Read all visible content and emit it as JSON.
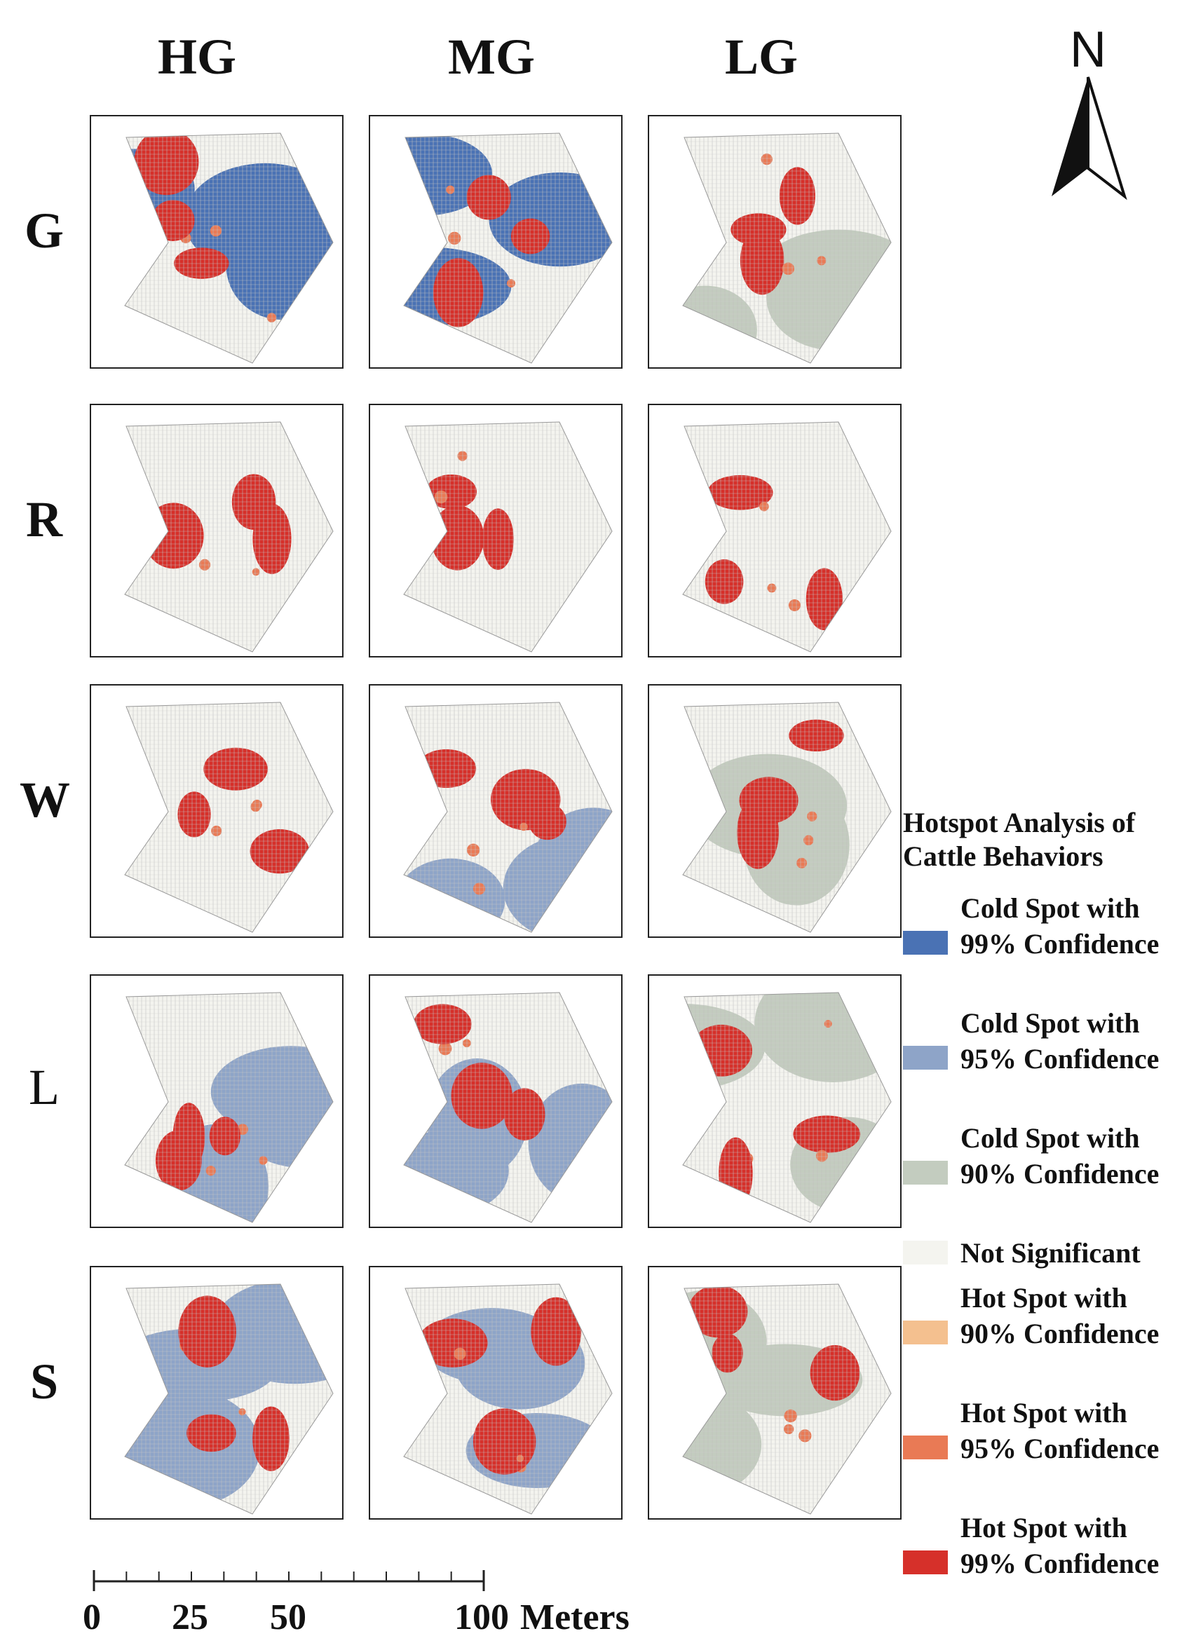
{
  "columns": [
    "HG",
    "MG",
    "LG"
  ],
  "rows": [
    "G",
    "R",
    "W",
    "L",
    "S"
  ],
  "north_label": "N",
  "legend": {
    "title": "Hotspot Analysis of Cattle Behaviors",
    "items": [
      {
        "label": "Cold Spot with 99% Confidence",
        "color": "#4a72b4"
      },
      {
        "label": "Cold Spot with 95% Confidence",
        "color": "#8ea4c8"
      },
      {
        "label": "Cold Spot with 90% Confidence",
        "color": "#c3ccbf"
      },
      {
        "label": "Not Significant",
        "color": "#f4f4ef"
      },
      {
        "label": "Hot Spot with 90% Confidence",
        "color": "#f4c08f"
      },
      {
        "label": "Hot Spot with 95% Confidence",
        "color": "#e97a55"
      },
      {
        "label": "Hot Spot with 99% Confidence",
        "color": "#d6302a"
      }
    ]
  },
  "scale": {
    "ticks": [
      "0",
      "25",
      "50",
      "100"
    ],
    "unit": "Meters"
  },
  "panels": {
    "G": {
      "HG": {
        "hot": 3,
        "cold": 1
      },
      "MG": {
        "hot": 3,
        "cold": 1
      },
      "LG": {
        "hot": 3,
        "cold": 3
      }
    },
    "R": {
      "HG": {
        "hot": 3,
        "cold": 0
      },
      "MG": {
        "hot": 3,
        "cold": 0
      },
      "LG": {
        "hot": 3,
        "cold": 0
      }
    },
    "W": {
      "HG": {
        "hot": 3,
        "cold": 0
      },
      "MG": {
        "hot": 3,
        "cold": 2
      },
      "LG": {
        "hot": 3,
        "cold": 3
      }
    },
    "L": {
      "HG": {
        "hot": 3,
        "cold": 2
      },
      "MG": {
        "hot": 3,
        "cold": 2
      },
      "LG": {
        "hot": 3,
        "cold": 3
      }
    },
    "S": {
      "HG": {
        "hot": 3,
        "cold": 2
      },
      "MG": {
        "hot": 3,
        "cold": 2
      },
      "LG": {
        "hot": 3,
        "cold": 3
      }
    }
  }
}
